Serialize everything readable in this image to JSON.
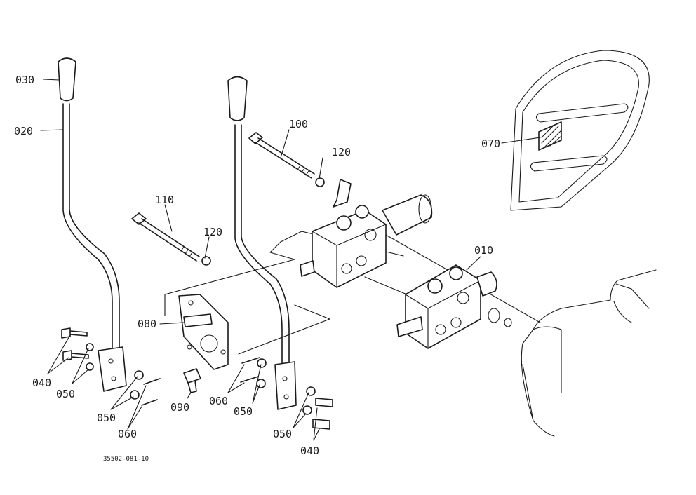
{
  "diagram_code": "35502-081-10",
  "callouts": [
    {
      "id": "c030",
      "text": "030"
    },
    {
      "id": "c020",
      "text": "020"
    },
    {
      "id": "c100",
      "text": "100"
    },
    {
      "id": "c120a",
      "text": "120"
    },
    {
      "id": "c110",
      "text": "110"
    },
    {
      "id": "c120b",
      "text": "120"
    },
    {
      "id": "c010",
      "text": "010"
    },
    {
      "id": "c070",
      "text": "070"
    },
    {
      "id": "c080",
      "text": "080"
    },
    {
      "id": "c040a",
      "text": "040"
    },
    {
      "id": "c050a",
      "text": "050"
    },
    {
      "id": "c050b",
      "text": "050"
    },
    {
      "id": "c060a",
      "text": "060"
    },
    {
      "id": "c090",
      "text": "090"
    },
    {
      "id": "c060b",
      "text": "060"
    },
    {
      "id": "c050c",
      "text": "050"
    },
    {
      "id": "c050d",
      "text": "050"
    },
    {
      "id": "c040b",
      "text": "040"
    }
  ]
}
